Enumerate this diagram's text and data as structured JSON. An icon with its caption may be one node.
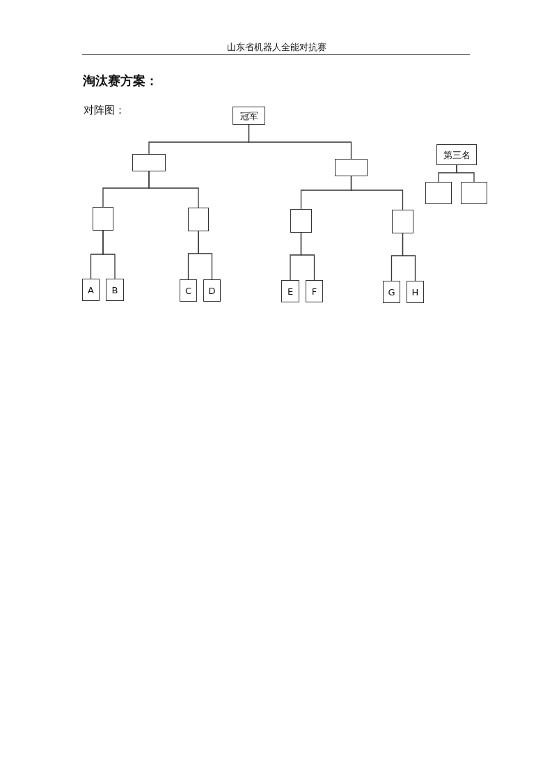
{
  "diagram": {
    "title": "淘汰赛方案：",
    "nodes": [
      {
        "text": [
          "冠军"
        ]
      },
      {
        "text": [
          "第三名"
        ]
      },
      {
        "text": [],
        "shape": "box"
      },
      {
        "text": [],
        "shape": "box"
      },
      {
        "text": [],
        "shape": "box"
      },
      {
        "text": [],
        "shape": "box"
      },
      {
        "text": [],
        "shape": "box"
      },
      {
        "text": [],
        "shape": "box"
      },
      {
        "text": [],
        "shape": "box"
      },
      {
        "text": [],
        "shape": "box"
      },
      {
        "text": [
          "A"
        ]
      },
      {
        "text": [
          "B"
        ]
      },
      {
        "text": [
          "C"
        ]
      },
      {
        "text": [
          "D"
        ]
      },
      {
        "text": [
          "E"
        ]
      },
      {
        "text": [
          "F"
        ]
      },
      {
        "text": [
          "G"
        ]
      },
      {
        "text": [
          "H"
        ]
      }
    ],
    "edges": [
      {
        "from": 0,
        "to": 2,
        "arrow": "none"
      },
      {
        "from": 0,
        "to": 3,
        "arrow": "none"
      },
      {
        "from": 1,
        "to": 4,
        "arrow": "none"
      },
      {
        "from": 1,
        "to": 5,
        "arrow": "none"
      },
      {
        "from": 2,
        "to": 6,
        "arrow": "none"
      },
      {
        "from": 2,
        "to": 7,
        "arrow": "none"
      },
      {
        "from": 3,
        "to": 8,
        "arrow": "none"
      },
      {
        "from": 3,
        "to": 9,
        "arrow": "none"
      },
      {
        "from": 6,
        "to": 10,
        "arrow": "none"
      },
      {
        "from": 6,
        "to": 11,
        "arrow": "none"
      },
      {
        "from": 7,
        "to": 12,
        "arrow": "none"
      },
      {
        "from": 7,
        "to": 13,
        "arrow": "none"
      },
      {
        "from": 8,
        "to": 14,
        "arrow": "none"
      },
      {
        "from": 8,
        "to": 15,
        "arrow": "none"
      },
      {
        "from": 9,
        "to": 16,
        "arrow": "none"
      },
      {
        "from": 9,
        "to": 17,
        "arrow": "none"
      }
    ],
    "labels": [
      "山东省机器人全能对抗赛",
      "对阵图："
    ]
  }
}
